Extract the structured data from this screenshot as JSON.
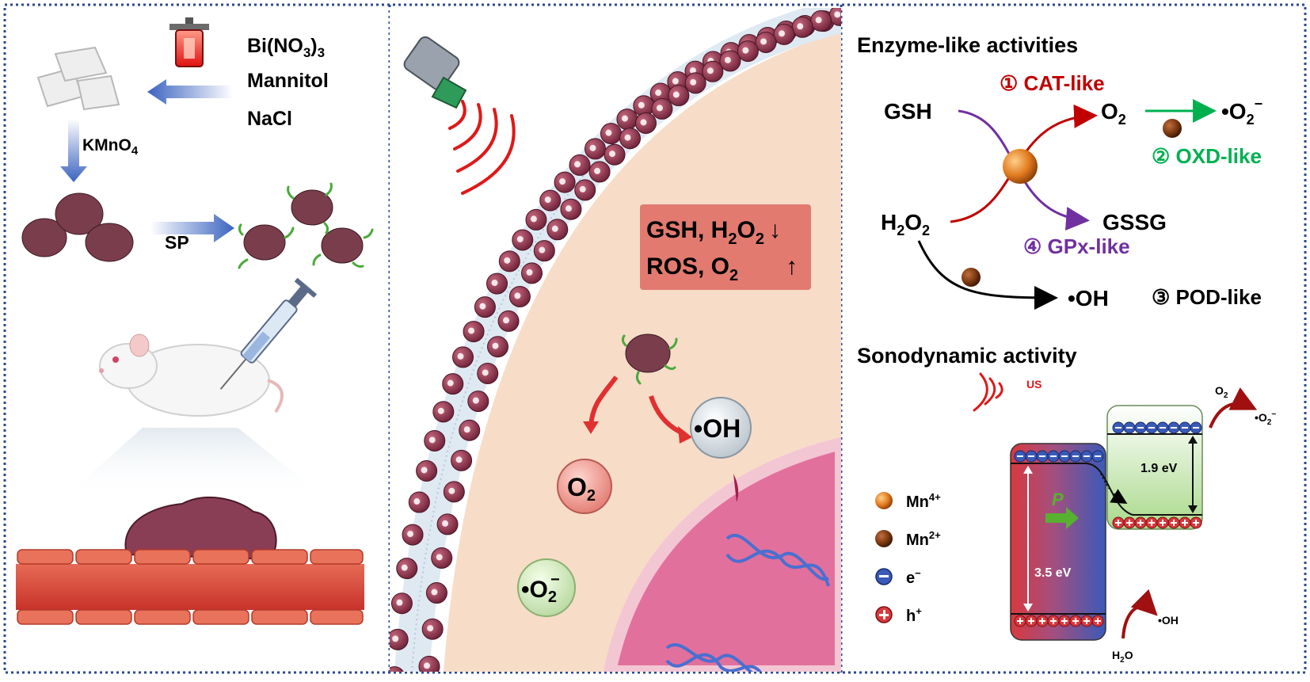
{
  "left_panel": {
    "reagents": [
      "Bi(NO",
      "3",
      ")",
      "3",
      "Mannitol",
      "NaCl"
    ],
    "oxidant": [
      "KMnO",
      "4"
    ],
    "modifier": "SP"
  },
  "middle_panel": {
    "changes_box": {
      "line1": [
        "GSH, H",
        "2",
        "O",
        "2",
        "↓"
      ],
      "line2": [
        "ROS, O",
        "2",
        "↑"
      ]
    },
    "bubbles": {
      "oh": "•OH",
      "o2": [
        "O",
        "2"
      ],
      "superoxide": [
        "•O",
        "2",
        "−"
      ]
    }
  },
  "right_panel": {
    "enzyme_title": "Enzyme-like activities",
    "cat_label": "① CAT-like",
    "oxd_label": "② OXD-like",
    "pod_label": "③ POD-like",
    "gpx_label": "④ GPx-like",
    "gsh": "GSH",
    "h2o2": [
      "H",
      "2",
      "O",
      "2"
    ],
    "o2": [
      "O",
      "2"
    ],
    "superoxide": [
      "•O",
      "2",
      "−"
    ],
    "gssg": "GSSG",
    "oh": "•OH",
    "sono_title": "Sonodynamic activity",
    "us": "US",
    "gap_small": "1.9 eV",
    "gap_large": "3.5 eV",
    "p_label": "P",
    "top_o2": [
      "O",
      "2"
    ],
    "top_superoxide": [
      "•O",
      "2",
      "−"
    ],
    "h2o": [
      "H",
      "2",
      "O"
    ],
    "bottom_oh": "•OH",
    "legend": [
      {
        "symbol": "mn4-dot",
        "label": "Mn",
        "sup": "4+"
      },
      {
        "symbol": "mn2-dot",
        "label": "Mn",
        "sup": "2+"
      },
      {
        "symbol": "electron",
        "label": "e",
        "sup": "−"
      },
      {
        "symbol": "hole",
        "label": "h",
        "sup": "+"
      }
    ]
  },
  "colors": {
    "frame": "#2c4a8c",
    "cat": "#c00000",
    "oxd": "#00b050",
    "gpx": "#7030a0",
    "arrow_blue": "#4a6fc4",
    "cell": "#f7d9c4",
    "nucleus": "#e0709a",
    "lipid_head": "#8c3a52"
  }
}
